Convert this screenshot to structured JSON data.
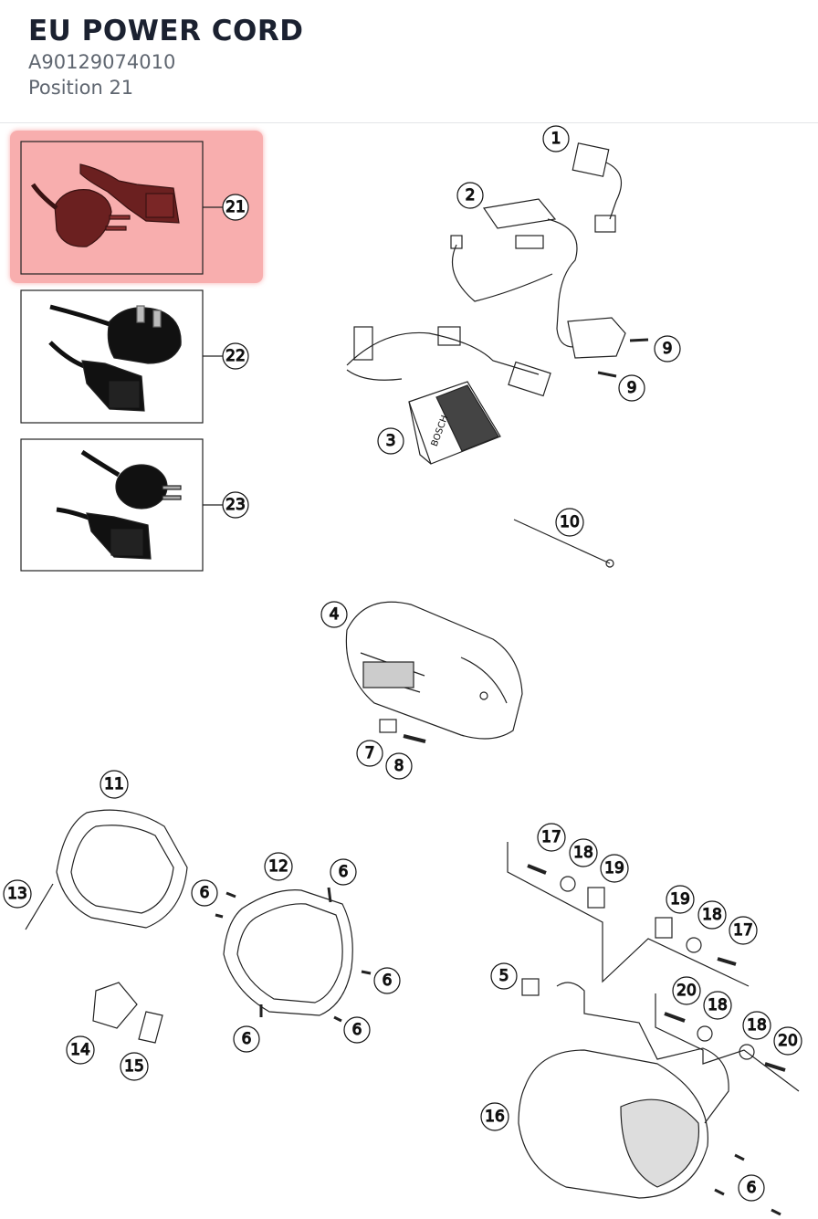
{
  "header": {
    "title": "EU POWER CORD",
    "part_number": "A90129074010",
    "position": "Position 21"
  },
  "highlight_color": "#f47878",
  "selected_callout": "21",
  "callouts": {
    "c1": "1",
    "c2": "2",
    "c3": "3",
    "c4": "4",
    "c5": "5",
    "c6a": "6",
    "c6b": "6",
    "c6c": "6",
    "c6d": "6",
    "c6e": "6",
    "c6f": "6",
    "c7": "7",
    "c8": "8",
    "c9a": "9",
    "c9b": "9",
    "c10": "10",
    "c11": "11",
    "c12": "12",
    "c13": "13",
    "c14": "14",
    "c15": "15",
    "c16": "16",
    "c17a": "17",
    "c17b": "17",
    "c18a": "18",
    "c18b": "18",
    "c18c": "18",
    "c18d": "18",
    "c19a": "19",
    "c19b": "19",
    "c20a": "20",
    "c20b": "20",
    "c21": "21",
    "c22": "22",
    "c23": "23"
  },
  "box_labels": {
    "charger_brand": "BOSCH"
  }
}
